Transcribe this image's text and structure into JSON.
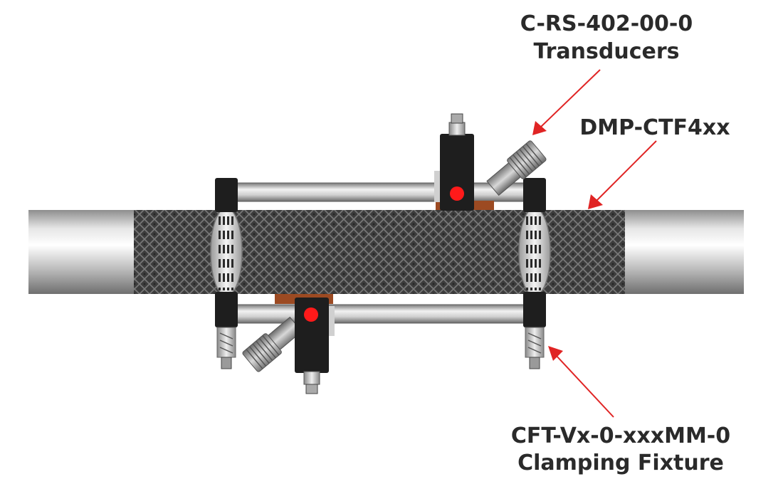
{
  "labels": {
    "transducers": {
      "part_number": "C-RS-402-00-0",
      "name": "Transducers"
    },
    "wrap": {
      "part_number": "DMP-CTF4xx"
    },
    "fixture": {
      "part_number": "CFT-Vx-0-xxxMM-0",
      "name": "Clamping Fixture"
    }
  },
  "colors": {
    "arrow": "#e02424",
    "marker": "#ff1a1a",
    "couplant": "#9c4a22",
    "block": "#1e1e1e"
  }
}
